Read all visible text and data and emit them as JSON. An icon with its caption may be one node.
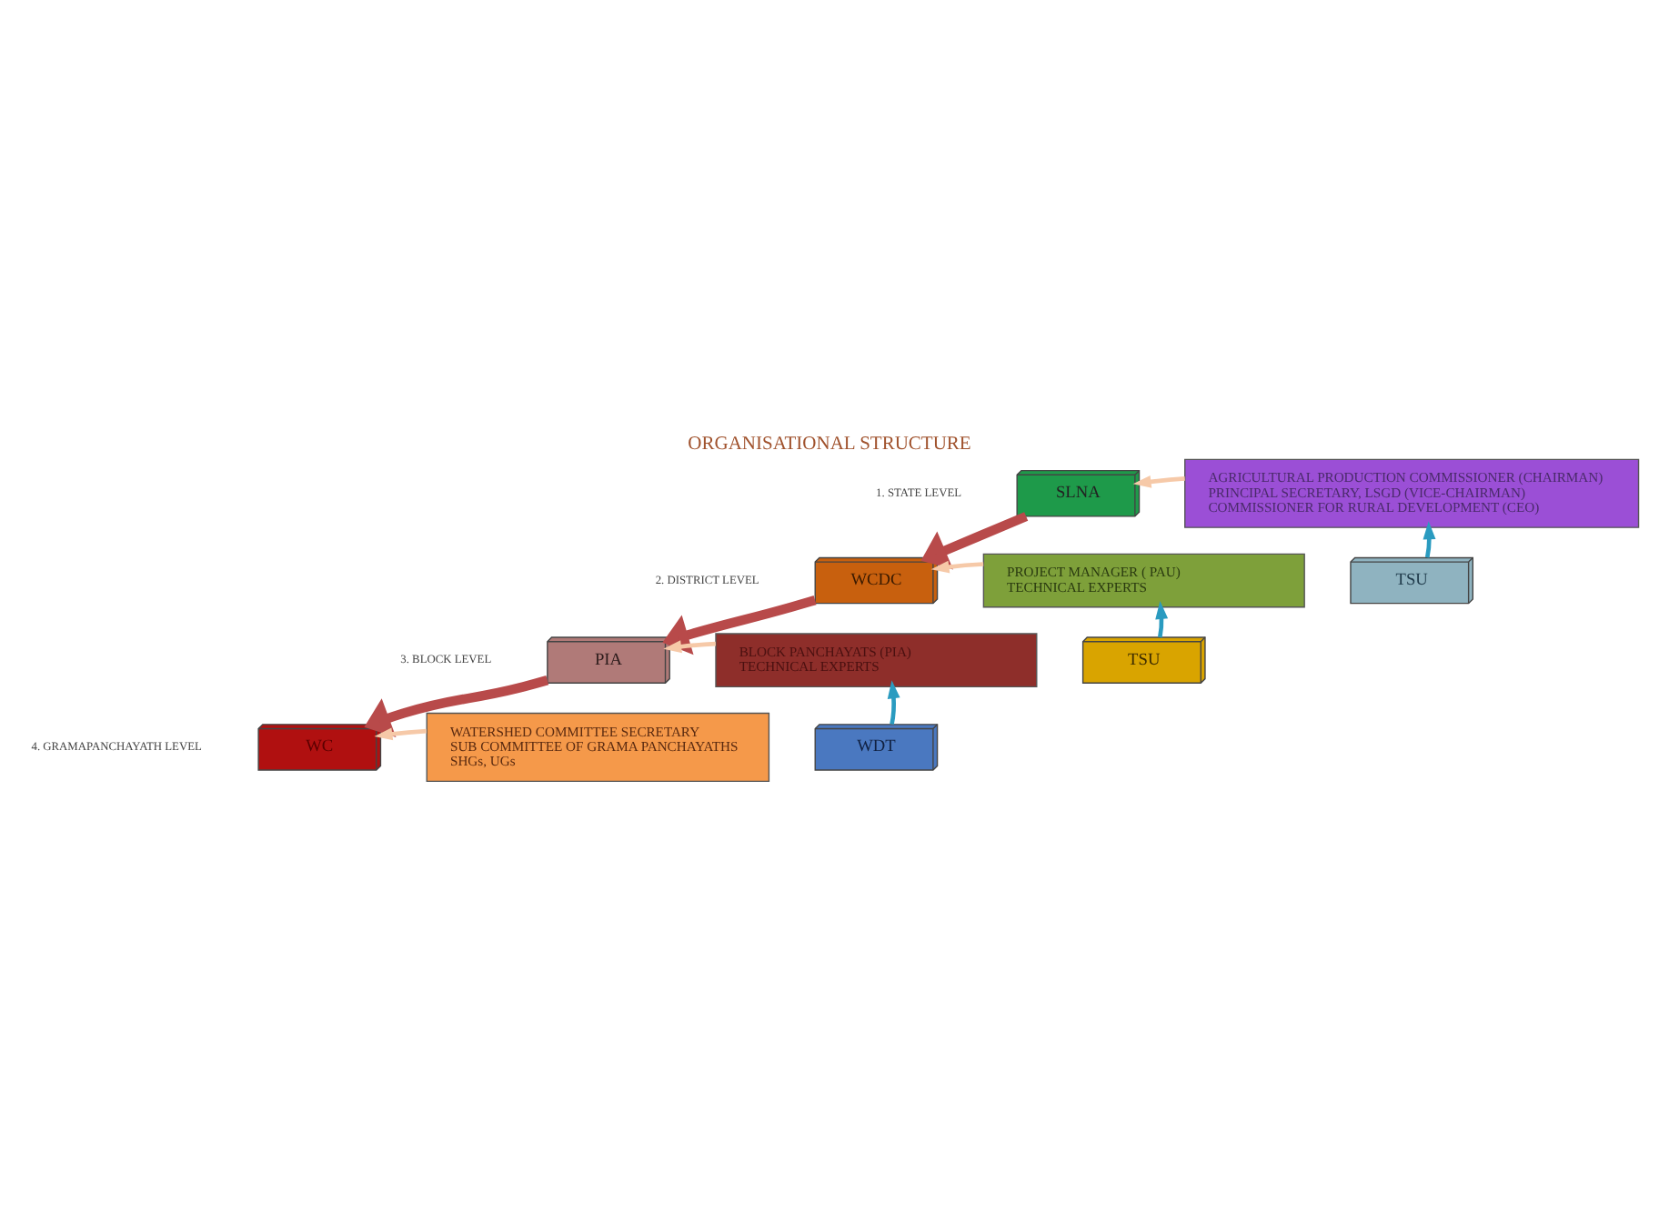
{
  "diagram": {
    "title": "ORGANISATIONAL STRUCTURE",
    "nodes": [
      {
        "text": [
          "SLNA"
        ]
      },
      {
        "text": [
          "AGRICULTURAL PRODUCTION COMMISSIONER (CHAIRMAN)",
          "PRINCIPAL SECRETARY, LSGD (VICE-CHAIRMAN)",
          "COMMISSIONER FOR RURAL DEVELOPMENT (CEO)"
        ]
      },
      {
        "text": [
          "TSU"
        ]
      },
      {
        "text": [
          "WCDC"
        ]
      },
      {
        "text": [
          "PROJECT MANAGER ( PAU)",
          "TECHNICAL EXPERTS"
        ]
      },
      {
        "text": [
          "TSU"
        ]
      },
      {
        "text": [
          "PIA"
        ]
      },
      {
        "text": [
          "BLOCK PANCHAYATS (PIA)",
          "TECHNICAL EXPERTS"
        ]
      },
      {
        "text": [
          "WDT"
        ]
      },
      {
        "text": [
          "WC"
        ]
      },
      {
        "text": [
          "WATERSHED COMMITTEE SECRETARY",
          "SUB COMMITTEE OF GRAMA PANCHAYATHS",
          "SHGs, UGs"
        ]
      }
    ],
    "edges": [
      {
        "from": 1,
        "to": 0,
        "arrow": "to",
        "color": "#f6c9a8"
      },
      {
        "from": 2,
        "to": 1,
        "arrow": "to",
        "color": "#2a9bc0"
      },
      {
        "from": 0,
        "to": 3,
        "arrow": "to",
        "style": "thick",
        "color": "#b84a4a"
      },
      {
        "from": 4,
        "to": 3,
        "arrow": "to",
        "color": "#f6c9a8"
      },
      {
        "from": 5,
        "to": 4,
        "arrow": "to",
        "color": "#2a9bc0"
      },
      {
        "from": 3,
        "to": 6,
        "arrow": "to",
        "style": "thick",
        "color": "#b84a4a"
      },
      {
        "from": 7,
        "to": 6,
        "arrow": "to",
        "color": "#f6c9a8"
      },
      {
        "from": 8,
        "to": 7,
        "arrow": "to",
        "color": "#2a9bc0"
      },
      {
        "from": 6,
        "to": 9,
        "arrow": "to",
        "style": "thick",
        "color": "#b84a4a"
      },
      {
        "from": 10,
        "to": 9,
        "arrow": "to",
        "color": "#f6c9a8"
      }
    ],
    "labels": [
      "1. STATE LEVEL",
      "2. DISTRICT LEVEL",
      "3. BLOCK LEVEL",
      "4. GRAMAPANCHAYATH LEVEL"
    ]
  }
}
